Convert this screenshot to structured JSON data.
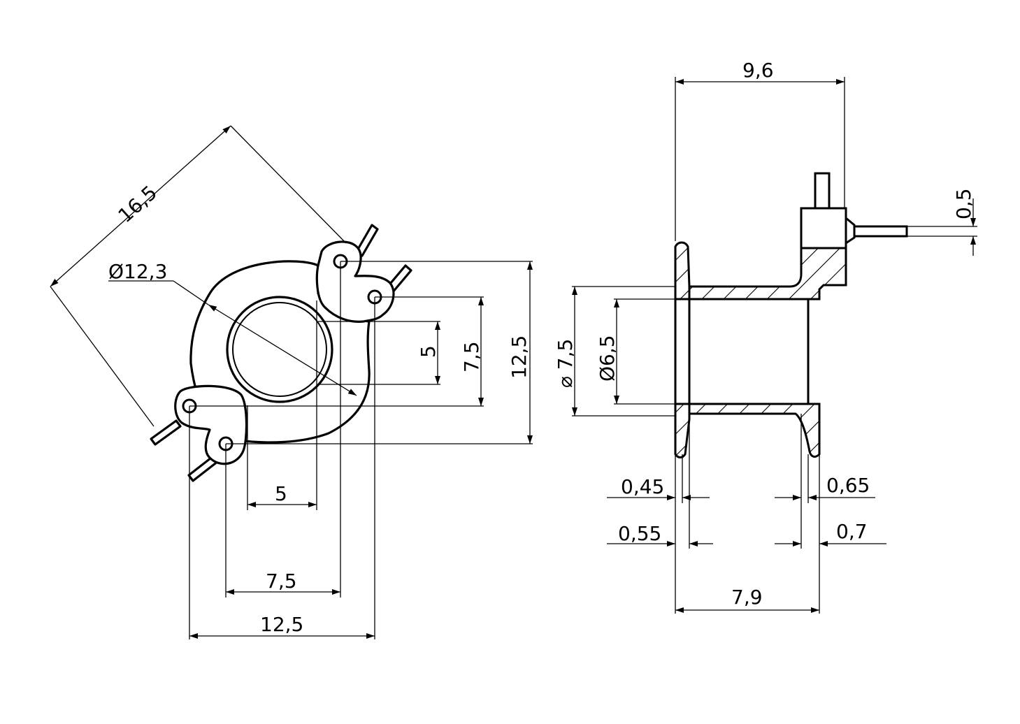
{
  "colors": {
    "line": "#000000",
    "background": "#ffffff"
  },
  "front_view": {
    "diagonal_span": "16,5",
    "outer_diameter": "Ø12,3",
    "pin_offset_v_small": "5",
    "pin_offset_v_mid": "7,5",
    "pin_offset_v_large": "12,5",
    "pin_offset_h_small": "5",
    "pin_offset_h_mid": "7,5",
    "pin_offset_h_large": "12,5"
  },
  "side_view": {
    "overall_length": "9,6",
    "pin_diameter": "0,5",
    "flange_diameter": "⌀ 7,5",
    "bore_diameter": "Ø6,5",
    "wall_left_a": "0,45",
    "wall_left_b": "0,55",
    "wall_right_a": "0,65",
    "wall_right_b": "0,7",
    "winding_length": "7,9"
  }
}
